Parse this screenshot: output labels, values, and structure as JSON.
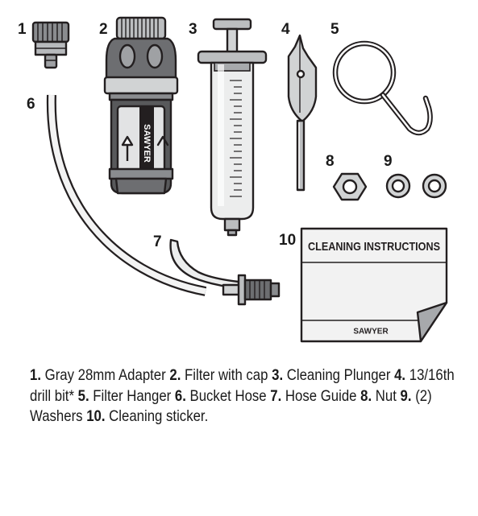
{
  "labels": {
    "n1": "1",
    "n2": "2",
    "n3": "3",
    "n4": "4",
    "n5": "5",
    "n6": "6",
    "n7": "7",
    "n8": "8",
    "n9": "9",
    "n10": "10"
  },
  "filter_brand": "SAWYER",
  "sticker": {
    "title": "CLEANING INSTRUCTIONS",
    "brand": "SAWYER"
  },
  "caption": [
    {
      "num": "1.",
      "text": " Gray 28mm Adapter  "
    },
    {
      "num": "2.",
      "text": " Filter with cap  "
    },
    {
      "num": "3.",
      "text": " Cleaning Plunger  "
    },
    {
      "num": "4.",
      "text": " 13/16th drill bit*  "
    },
    {
      "num": "5.",
      "text": " Filter Hanger  "
    },
    {
      "num": "6.",
      "text": " Bucket Hose  "
    },
    {
      "num": "7.",
      "text": " Hose Guide  "
    },
    {
      "num": "8.",
      "text": " Nut   "
    },
    {
      "num": "9.",
      "text": " (2) Washers  "
    },
    {
      "num": "10.",
      "text": " Cleaning sticker."
    }
  ],
  "colors": {
    "outline": "#231f20",
    "gray_light": "#d9dadb",
    "gray_mid": "#a7a9ac",
    "gray_dark": "#6d6e71",
    "paper": "#f4f4f4"
  }
}
